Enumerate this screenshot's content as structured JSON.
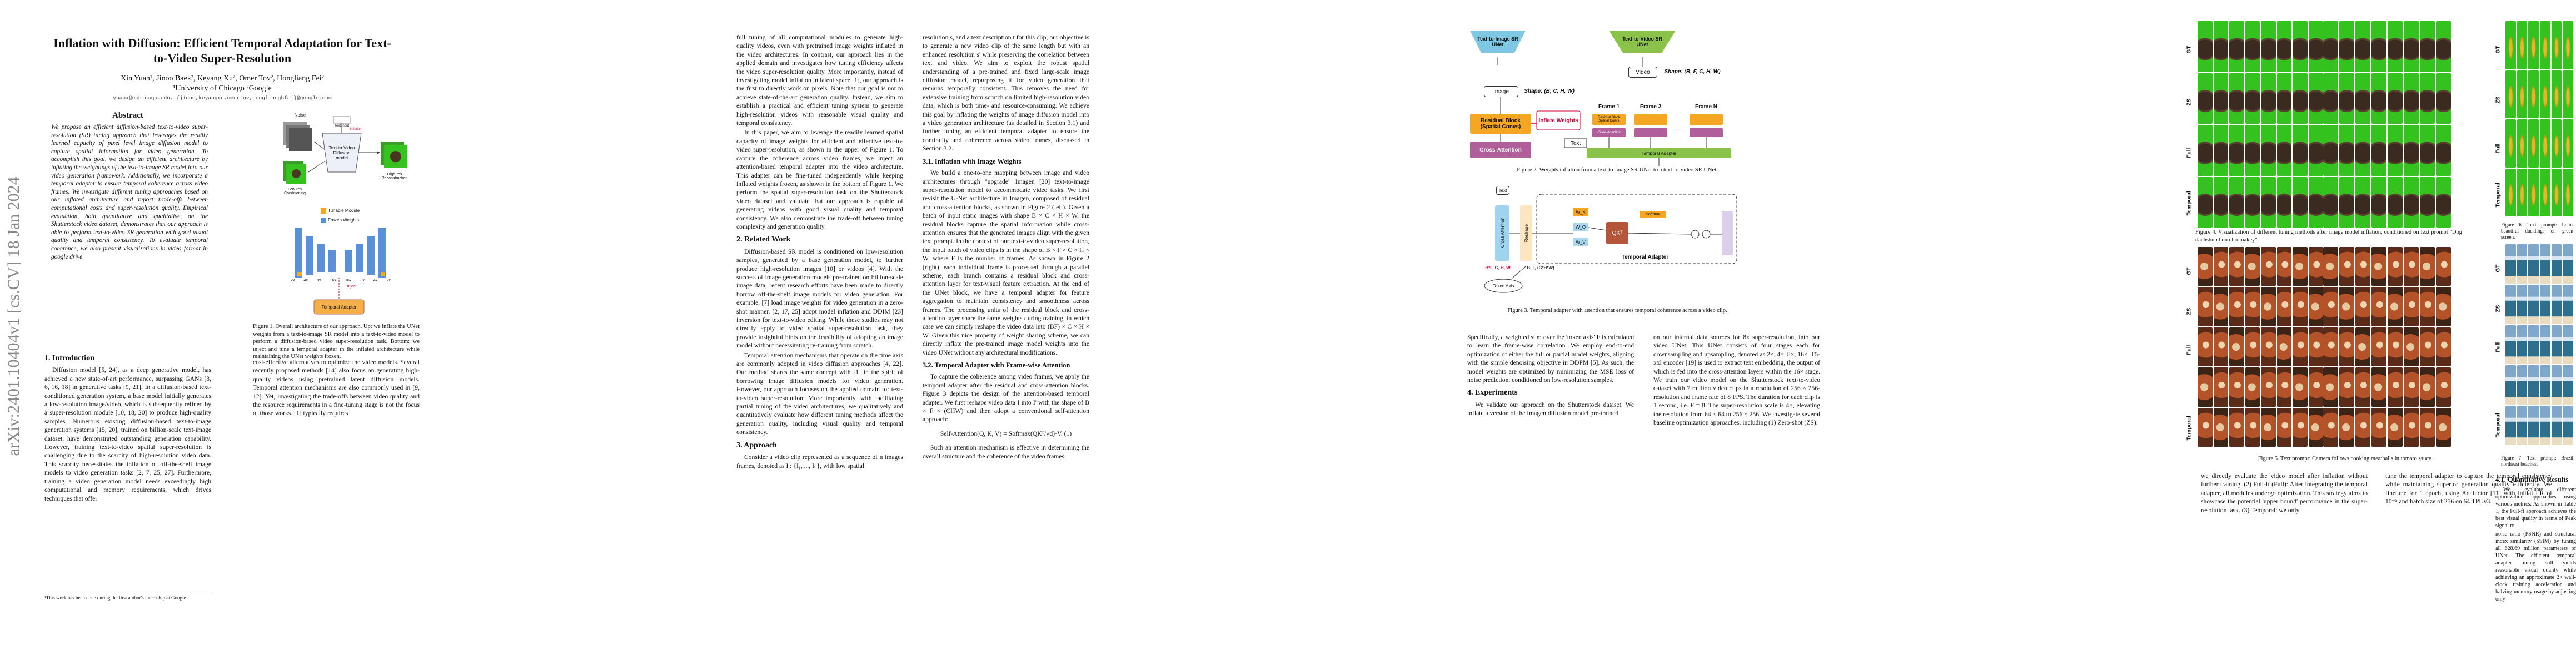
{
  "arxiv_stamp": "arXiv:2401.10404v1  [cs.CV]  18 Jan 2024",
  "page1": {
    "title": "Inflation with Diffusion: Efficient Temporal Adaptation for Text-to-Video Super-Resolution",
    "authors": "Xin Yuan¹, Jinoo Baek², Keyang Xu², Omer Tov², Hongliang Fei²",
    "affiliations": "¹University of Chicago ²Google",
    "email": "yuanx@uchicago.edu, {jinoo,keyangxu,omertov,honglianghfei}@google.com",
    "abstract_heading": "Abstract",
    "abstract": "We propose an efficient diffusion-based text-to-video super-resolution (SR) tuning approach that leverages the readily learned capacity of pixel level image diffusion model to capture spatial information for video generation. To accomplish this goal, we design an efficient architecture by inflating the weightings of the text-to-image SR model into our video generation framework. Additionally, we incorporate a temporal adapter to ensure temporal coherence across video frames. We investigate different tuning approaches based on our inflated architecture and report trade-offs between computational costs and super-resolution quality. Empirical evaluation, both quantitative and qualitative, on the Shutterstock video dataset, demonstrates that our approach is able to perform text-to-video SR generation with good visual quality and temporal consistency. To evaluate temporal coherence, we also present visualizations in video format in google drive.",
    "intro_heading": "1. Introduction",
    "intro": [
      "Diffusion model [5, 24], as a deep generative model, has achieved a new state-of-art performance, surpassing GANs [3, 6, 16, 18] in generative tasks [9, 21]. In a diffusion-based text-conditioned generation system, a base model initially generates a low-resolution image/video, which is subsequently refined by a super-resolution module [10, 18, 20] to produce high-quality samples. Numerous existing diffusion-based text-to-image generation systems [15, 20], trained on billion-scale text-image dataset, have demonstrated outstanding generation capability. However, training text-to-video spatial super-resolution is challenging due to the scarcity of high-resolution video data. This scarcity necessitates the inflation of off-the-shelf image models to video generation tasks [2, 7, 25, 27]. Furthermore, training a video generation model needs exceedingly high computational and memory requirements, which drives techniques that offer"
    ],
    "footnote": "¹This work has been done during the first author's internship at Google.",
    "fig1_caption": "Figure 1. Overall architecture of our approach. Up: we inflate the UNet weights from a text-to-image SR model into a text-to-video model to perform a diffusion-based video super-resolution task. Bottom: we inject and tune a temporal adapter in the inflated architecture while maintaining the UNet weights frozen.",
    "fig1_labels": {
      "noise": "Noise",
      "text_input": "Text Input",
      "inflation": "Inflation",
      "model": "Text-to-Video Diffusion model",
      "lowres": "Low-res Conditioning",
      "highres": "High-res Reconstruction",
      "tunable": "Tunable Module",
      "frozen": "Frozen Weights",
      "inject": "Inject",
      "adapter": "Temporal Adapter",
      "scales": [
        "2x",
        "4x",
        "8x",
        "16x",
        "16x",
        "8x",
        "4x",
        "2x"
      ]
    },
    "col2_top": "cost-effective alternatives to optimize the video models. Several recently proposed methods [14] also focus on generating high-quality videos using pretrained latent diffusion models. Temporal attention mechanisms are also commonly used in [9, 12]. Yet, investigating the trade-offs between video quality and the resource requirements in a fine-tuning stage is not the focus of those works. [1] typically requires"
  },
  "page2": {
    "col1": [
      "full tuning of all computational modules to generate high-quality videos, even with pretrained image weights inflated in the video architectures. In contrast, our approach lies in the applied domain and investigates how tuning efficiency affects the video super-resolution quality. More importantly, instead of investigating model inflation in latent space [1], our approach is the first to directly work on pixels. Note that our goal is not to achieve state-of-the-art generation quality. Instead, we aim to establish a practical and efficient tuning system to generate high-resolution videos with reasonable visual quality and temporal consistency.",
      "In this paper, we aim to leverage the readily learned spatial capacity of image weights for efficient and effective text-to-video super-resolution, as shown in the upper of Figure 1. To capture the coherence across video frames, we inject an attention-based temporal adapter into the video architecture. This adapter can be fine-tuned independently while keeping inflated weights frozen, as shown in the bottom of Figure 1. We perform the spatial super-resolution task on the Shutterstock video dataset and validate that our approach is capable of generating videos with good visual quality and temporal consistency. We also demonstrate the trade-off between tuning complexity and generation quality."
    ],
    "related_heading": "2. Related Work",
    "related": [
      "Diffusion-based SR model is conditioned on low-resolution samples, generated by a base generation model, to further produce high-resolution images [10] or videos [4]. With the success of image generation models pre-trained on billion-scale image data, recent research efforts have been made to directly borrow off-the-shelf image models for video generation. For example, [7] load image weights for video generation in a zero-shot manner. [2, 17, 25] adopt model inflation and DDIM [23] inversion for text-to-video editing. While these studies may not directly apply to video spatial super-resolution task, they provide insightful hints on the feasibility of adopting an image model without necessitating re-training from scratch.",
      "Temporal attention mechanisms that operate on the time axis are commonly adopted in video diffusion approaches [4, 22]. Our method shares the same concept with [1] in the spirit of borrowing image diffusion models for video generation. However, our approach focuses on the applied domain for text-to-video super-resolution. More importantly, with facilitating partial tuning of the video architectures, we qualitatively and quantitatively evaluate how different tuning methods affect the generation quality, including visual quality and temporal consistency."
    ],
    "approach_heading": "3. Approach",
    "approach": "Consider a video clip represented as a sequence of n images frames, denoted as I : {I₁, ..., Iₙ}, with low spatial",
    "col2": [
      "resolution s, and a text description t for this clip, our objective is to generate a new video clip of the same length but with an enhanced resolution s' while preserving the correlation between text and video. We aim to exploit the robust spatial understanding of a pre-trained and fixed large-scale image diffusion model, repurposing it for video generation that remains temporally consistent. This removes the need for extensive training from scratch on limited high-resolution video data, which is both time- and resource-consuming. We achieve this goal by inflating the weights of image diffusion model into a video generation architecture (as detailed in Section 3.1) and further tuning an efficient temporal adapter to ensure the continuity and coherence across video frames, discussed in Section 3.2."
    ],
    "sec31_heading": "3.1. Inflation with Image Weights",
    "sec31": "We build a one-to-one mapping between image and video architectures through \"upgrade\" Imagen [20] text-to-image super-resolution model to accommodate video tasks. We first revisit the U-Net architecture in Imagen, composed of residual and cross-attention blocks, as shown in Figure 2 (left). Given a batch of input static images with shape B × C × H × W, the residual blocks capture the spatial information while cross-attention ensures that the generated images align with the given text prompt. In the context of our text-to-video super-resolution, the input batch of video clips is in the shape of B × F × C × H × W, where F is the number of frames. As shown in Figure 2 (right), each individual frame is processed through a parallel scheme, each branch contains a residual block and cross-attention layer for text-visual feature extraction. At the end of the UNet block, we have a temporal adapter for feature aggregation to maintain consistency and smoothness across frames. The processing units of the residual block and cross-attention layer share the same weights during training, in which case we can simply reshape the video data into (BF) × C × H × W. Given this nice property of weight sharing scheme, we can directly inflate the pre-trained image model weights into the video UNet without any architectural modifications.",
    "sec32_heading": "3.2. Temporal Adapter with Frame-wise Attention",
    "sec32": "To capture the coherence among video frames, we apply the temporal adapter after the residual and cross-attention blocks. Figure 3 depicts the design of the attention-based temporal adapter. We first reshape video data I into I' with the shape of B × F × (CHW) and then adopt a conventional self-attention approach:",
    "equation": "Self-Attention(Q, K, V) = Softmax(QKᵀ/√d)·V.    (1)",
    "after_eq": "Such an attention mechanism is effective in determining the overall structure and the coherence of the video frames."
  },
  "page3": {
    "fig2_labels": {
      "sr_unet": "Text-to-Image SR UNet",
      "tv_unet": "Text-to-Video SR UNet",
      "image": "Image",
      "shape_img": "Shape: (B, C, H, W)",
      "video": "Video",
      "shape_vid": "Shape: (B, F, C, H, W)",
      "resblock": "Residual Block (Spatial Convs)",
      "crossattn": "Cross-Attention",
      "inflate": "Inflate Weights",
      "text": "Text",
      "frame1": "Frame 1",
      "frame2": "Frame 2",
      "framen": "Frame N",
      "small_res": "Residual Block (Spatial Convs)",
      "small_ca": "Cross-Attention",
      "temporal": "Temporal Adapter",
      "dots": "......"
    },
    "fig2_caption": "Figure 2. Weights inflation from a text-to-image SR UNet to a text-to-video SR UNet.",
    "fig3_labels": {
      "text": "Text",
      "crossattn": "Cross Attention",
      "reshape": "Reshape",
      "wk": "W_K",
      "wq": "W_Q",
      "wv": "W_V",
      "qkt": "QKᵀ",
      "softmax": "Softmax",
      "shape1": "B*F, C, H, W",
      "shape2": "B, F, (C*H*W)",
      "token": "Token Axis",
      "temporal": "Temporal Adapter"
    },
    "fig3_caption": "Figure 3. Temporal adapter with attention that ensures temporal coherence across a video clip.",
    "col1": "Specifically, a weighted sum over the 'token axis' F is calculated to learn the frame-wise correlation. We employ end-to-end optimization of either the full or partial model weights, aligning with the simple denoising objective in DDPM [5]. As such, the model weights are optimized by minimizing the MSE loss of noise prediction, conditioned on low-resolution samples.",
    "exp_heading": "4. Experiments",
    "exp": "We validate our approach on the Shutterstock dataset. We inflate a version of the Imagen diffusion model pre-trained",
    "col2": "on our internal data sources for 8x super-resolution, into our video UNet. This UNet consists of four stages each for downsampling and upsampling, denoted as 2×, 4×, 8×, 16×. T5-xxl encoder [19] is used to extract text embedding, the output of which is fed into the cross-attention layers within the 16× stage. We train our video model on the Shutterstock text-to-video dataset with 7 million video clips in a resolution of 256 × 256-resolution and frame rate of 8 FPS. The duration for each clip is 1 second, i.e. F = 8. The super-resolution scale is 4×, elevating the resolution from 64 × 64 to 256 × 256. We investigate several baseline optimization approaches, including (1) Zero-shot (ZS):"
  },
  "page4": {
    "fig4_caption": "Figure 4. Visualization of different tuning methods after image model inflation, conditioned on text prompt \"Dog dachshund on chromakey\".",
    "fig5_caption": "Figure 5. Text prompt: Camera follows cooking meatballs in tomato sauce.",
    "fig6_caption": "Figure 6. Text prompt: Lotus beautiful ducklings on green screen.",
    "fig7_caption": "Figure 7. Text prompt: Brazil northeast beaches.",
    "row_labels": [
      "GT",
      "ZS",
      "Full",
      "Temporal"
    ],
    "col1": "we directly evaluate the video model after inflation without further training. (2) Full-ft (Full): After integrating the temporal adapter, all modules undergo optimization. This strategy aims to showcase the potential 'upper bound' performance in the super-resolution task. (3) Temporal: we only",
    "col2": "tune the temporal adapter to capture the temporal consistency while maintaining superior generation quality efficiently. We finetune for 1 epoch, using Adafactor [11] with initial LR of 10⁻⁵ and batch size of 256 on 64 TPUv3.",
    "quant_heading": "4.1. Quantitative Results",
    "quant": "We evaluate different optimization approaches using various metrics. As shown in Table 1, the Full-ft approach achieves the best visual quality in terms of Peak signal to",
    "quant2": "noise ratio (PSNR) and structural index similarity (SSIM) by tuning all 628.69 million parameters of UNet. The efficient temporal adapter tuning still yields reasonable visual quality while achieving an approximate 2× wall-clock training acceleration and halving memory usage by adjusting only"
  },
  "colors": {
    "green_screen": "#34c21f",
    "dog": "#3a2a1f",
    "food": "#b4532a",
    "beach_sky": "#7fa7c9",
    "sea": "#2d6f8c",
    "orange_block": "#f5a623",
    "purple_block": "#b05f9a",
    "green_block": "#8bc34a",
    "blue_unet": "#7ec8e3",
    "red_link": "#cc0033"
  }
}
